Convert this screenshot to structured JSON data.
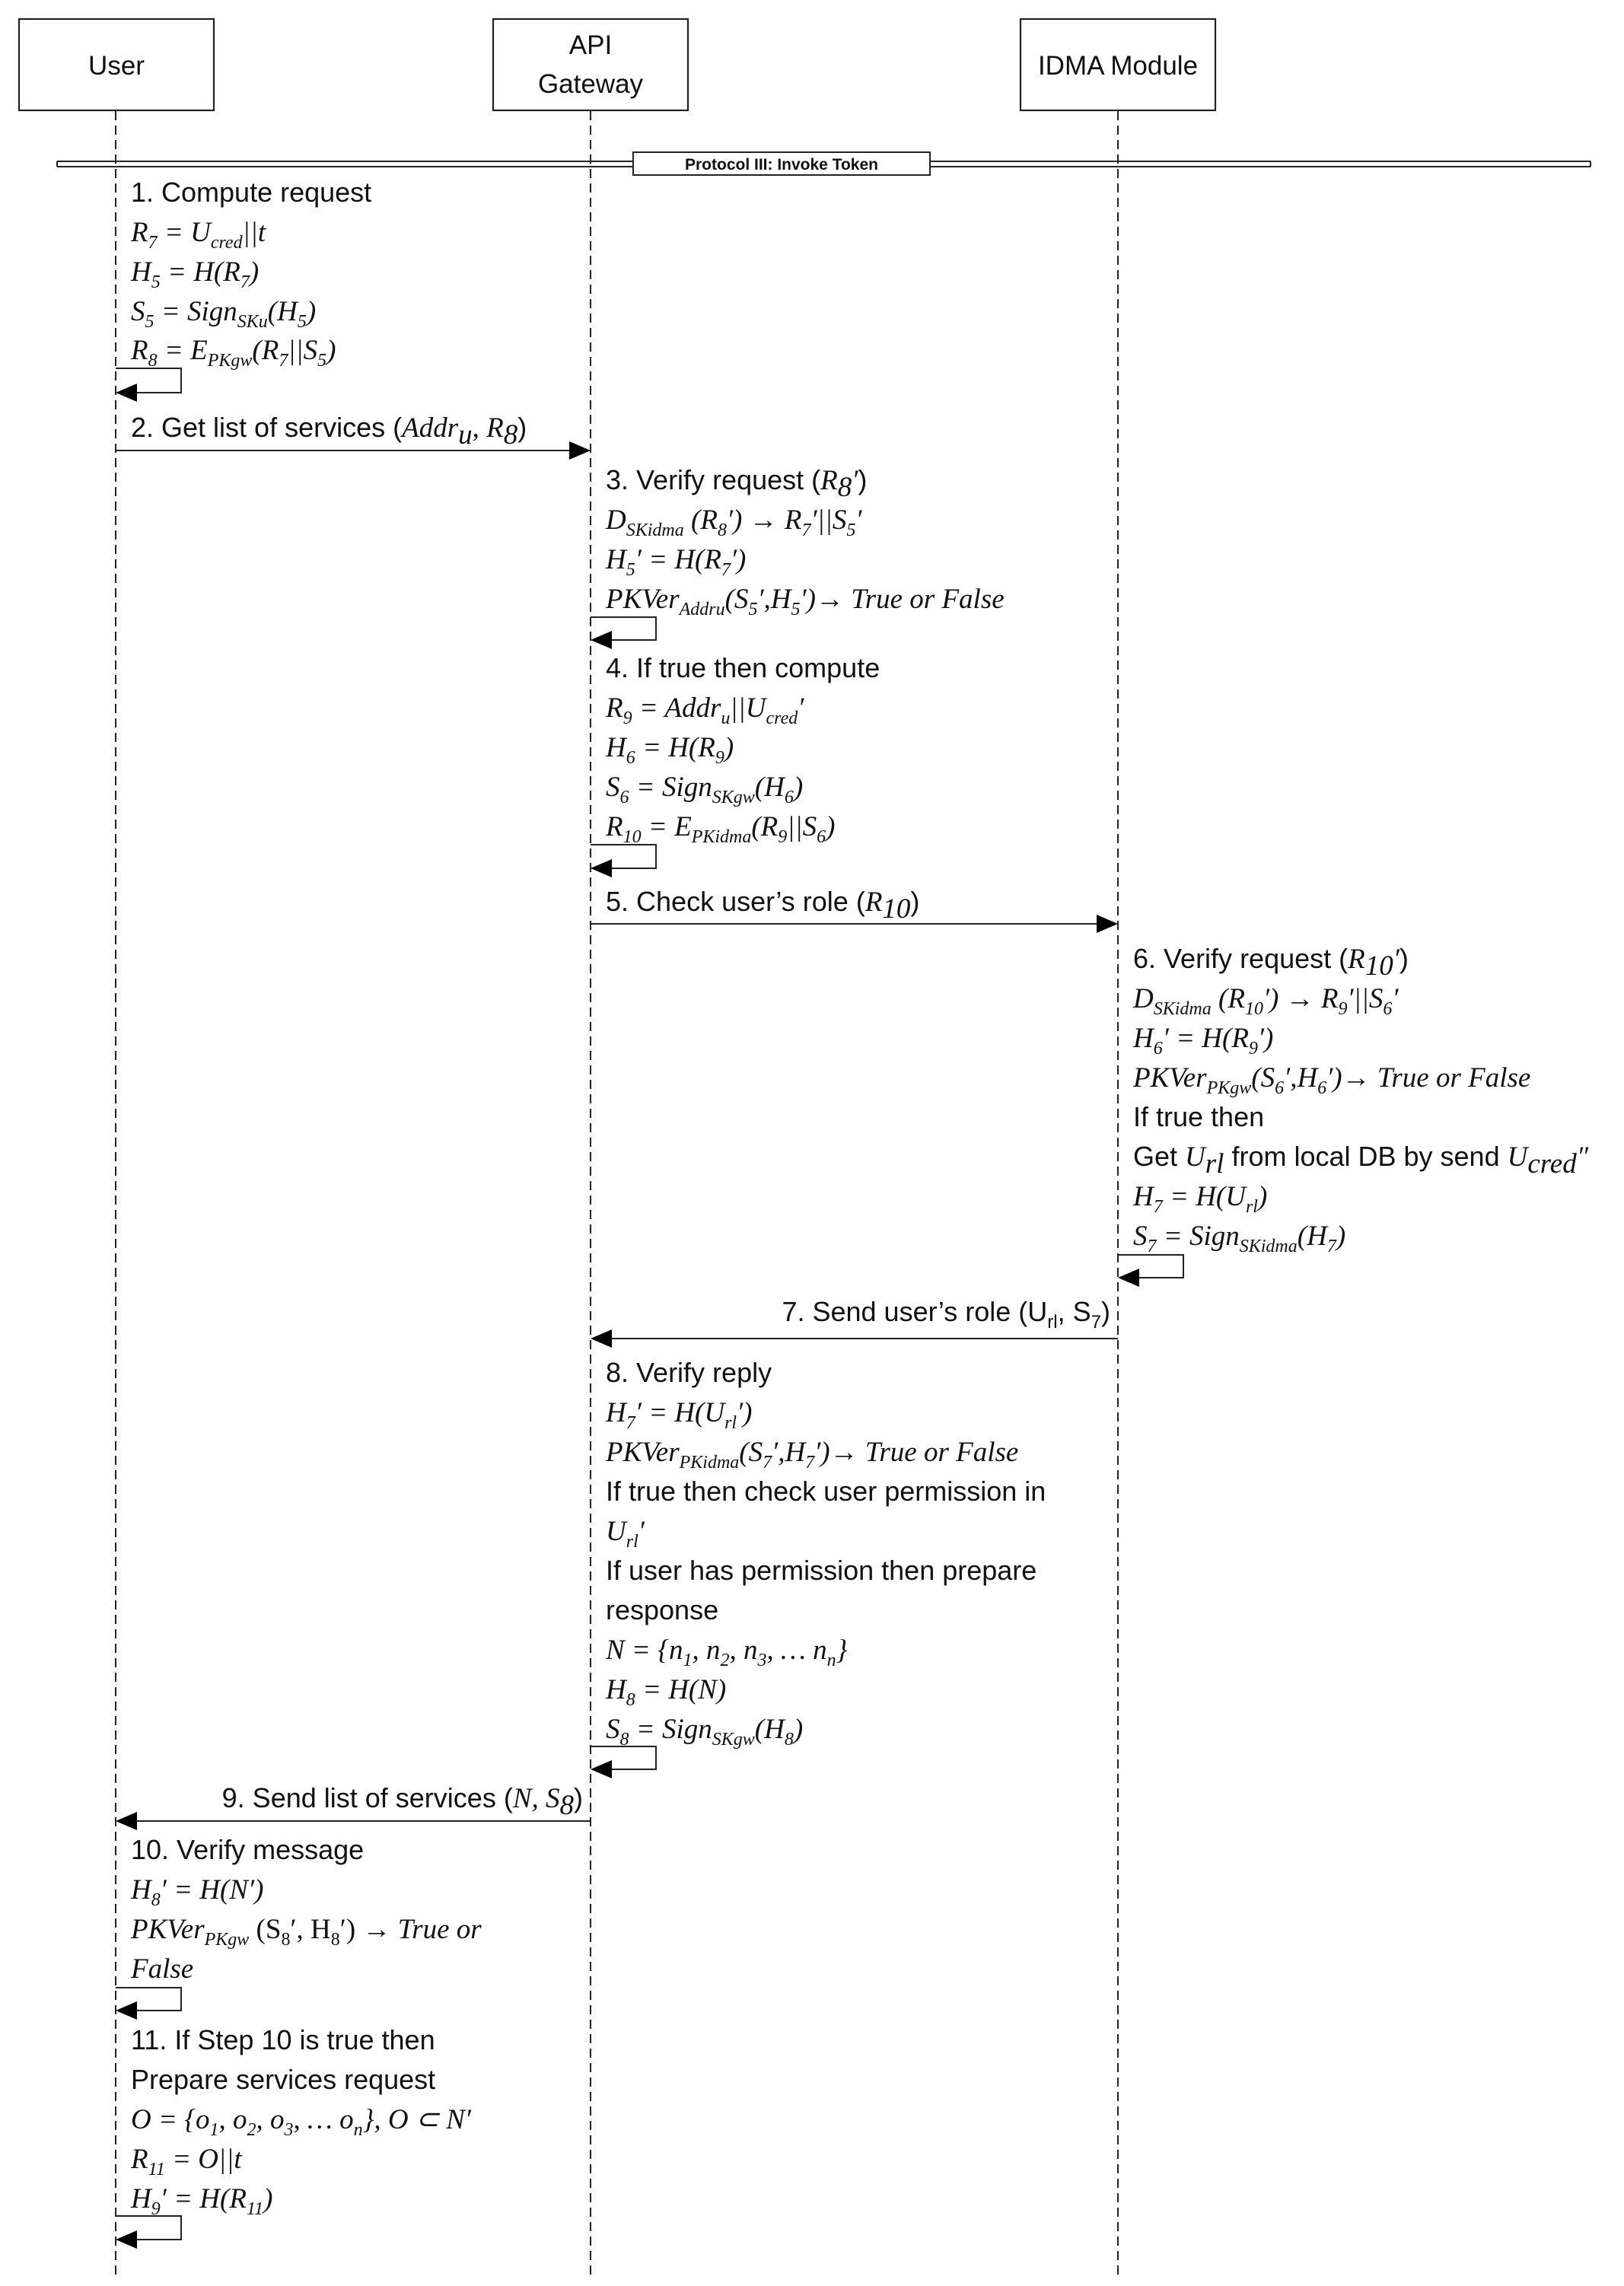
{
  "actors": [
    {
      "id": "user",
      "label_lines": [
        "User"
      ]
    },
    {
      "id": "gateway",
      "label_lines": [
        "API",
        "Gateway"
      ]
    },
    {
      "id": "idma",
      "label_lines": [
        "IDMA Module"
      ]
    }
  ],
  "banner": {
    "label": "Protocol III: Invoke Token"
  },
  "messages": [
    {
      "from": "user",
      "to": "gateway",
      "label": "2. Get list of services (Addru, R8)"
    },
    {
      "from": "gateway",
      "to": "idma",
      "label": "5. Check user’s role (R10)"
    },
    {
      "from": "idma",
      "to": "gateway",
      "label": "7. Send user’s role (Url, S7)"
    },
    {
      "from": "gateway",
      "to": "user",
      "label": "9. Send list of services (N, S8)"
    }
  ],
  "steps": [
    {
      "actor": "user",
      "lines": [
        "1. Compute request",
        "R7 = Ucred||t",
        "H5 = H(R7)",
        "S5 = SignSKu(H5)",
        "R8 = EPKgw(R7||S5)"
      ]
    },
    {
      "actor": "gateway",
      "lines": [
        "3. Verify request (R8′)",
        "DSKidma (R8′) → R7′||S5′",
        "H5′ = H(R7′)",
        "PKVerAddru(S5′,H5′)→ True or False"
      ]
    },
    {
      "actor": "gateway",
      "lines": [
        "4. If true then compute",
        "R9 = Addru||Ucred′",
        "H6 = H(R9)",
        "S6 = SignSKgw(H6)",
        "R10 = EPKidma(R9||S6)"
      ]
    },
    {
      "actor": "idma",
      "lines": [
        "6. Verify request (R10′)",
        "DSKidma (R10′) → R9′||S6′",
        "H6′ = H(R9′)",
        "PKVerPKgw(S6′,H6′)→ True or False",
        "If true then",
        "Get Url from local DB by send Ucred″",
        "H7 = H(Url)",
        "S7 = SignSKidma(H7)"
      ]
    },
    {
      "actor": "gateway",
      "lines": [
        "8. Verify reply",
        "H7′ = H(Url′)",
        "PKVerPKidma(S7′,H7′)→ True or False",
        "If true then check user permission in",
        "Url′",
        "If user has permission then prepare",
        "response",
        "N = {n1, n2, n3, … nn}",
        "H8 = H(N)",
        "S8 = SignSKgw(H8)"
      ]
    },
    {
      "actor": "user",
      "lines": [
        "10. Verify message",
        "H8′ = H(N′)",
        "PKVerPKgw (S8′, H8′) → True or",
        "False"
      ]
    },
    {
      "actor": "user",
      "lines": [
        "11. If Step 10 is true then",
        "Prepare services request",
        "O = {o1, o2, o3, … on}, O ⊂ N′",
        "R11 = O||t",
        "H9′ = H(R11)"
      ]
    }
  ]
}
